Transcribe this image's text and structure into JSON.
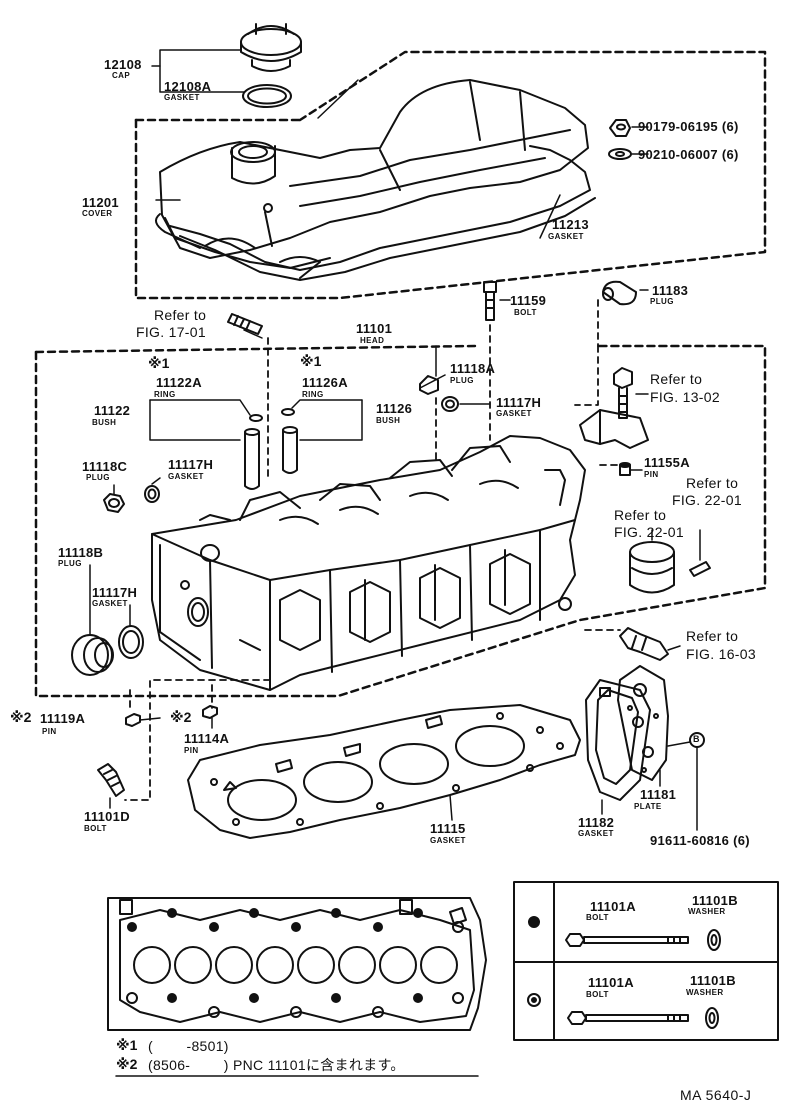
{
  "labels": {
    "cap_pn": "12108",
    "cap_nm": "CAP",
    "cap_gasket_pn": "12108A",
    "cap_gasket_nm": "GASKET",
    "cover_pn": "11201",
    "cover_nm": "COVER",
    "cover_gasket_pn": "11213",
    "cover_gasket_nm": "GASKET",
    "nut_pn": "90179-06195 (6)",
    "washer_pn": "90210-06007 (6)",
    "refer_17_line1": "Refer to",
    "refer_17_line2": "FIG. 17-01",
    "head_pn": "11101",
    "head_nm": "HEAD",
    "bolt_11159_pn": "11159",
    "bolt_11159_nm": "BOLT",
    "plug_11183_pn": "11183",
    "plug_11183_nm": "PLUG",
    "mark1_a": "※1",
    "mark1_b": "※1",
    "ring_11122a_pn": "11122A",
    "ring_11122a_nm": "RING",
    "bush_11122_pn": "11122",
    "bush_11122_nm": "BUSH",
    "ring_11126a_pn": "11126A",
    "ring_11126a_nm": "RING",
    "bush_11126_pn": "11126",
    "bush_11126_nm": "BUSH",
    "plug_11118a_pn": "11118A",
    "plug_11118a_nm": "PLUG",
    "gasket_11117h_top_pn": "11117H",
    "gasket_11117h_top_nm": "GASKET",
    "refer_13_line1": "Refer to",
    "refer_13_line2": "FIG. 13-02",
    "plug_11118c_pn": "11118C",
    "plug_11118c_nm": "PLUG",
    "gasket_11117h_mid_pn": "11117H",
    "gasket_11117h_mid_nm": "GASKET",
    "pin_11155a_pn": "11155A",
    "pin_11155a_nm": "PIN",
    "refer_22a_line1": "Refer to",
    "refer_22a_line2": "FIG. 22-01",
    "refer_22b_line1": "Refer to",
    "refer_22b_line2": "FIG. 22-01",
    "plug_11118b_pn": "11118B",
    "plug_11118b_nm": "PLUG",
    "gasket_11117h_low_pn": "11117H",
    "gasket_11117h_low_nm": "GASKET",
    "refer_16_line1": "Refer to",
    "refer_16_line2": "FIG. 16-03",
    "mark2_a": "※2",
    "pin_11119a_pn": "11119A",
    "pin_11119a_nm": "PIN",
    "mark2_b": "※2",
    "pin_11114a_pn": "11114A",
    "pin_11114a_nm": "PIN",
    "bolt_11101d_pn": "11101D",
    "bolt_11101d_nm": "BOLT",
    "head_gasket_pn": "11115",
    "head_gasket_nm": "GASKET",
    "plate_gasket_pn": "11182",
    "plate_gasket_nm": "GASKET",
    "plate_pn": "11181",
    "plate_nm": "PLATE",
    "plate_bolt_pn": "91611-60816 (6)",
    "plate_bolt_mark": "B"
  },
  "bolt_table": {
    "rows": [
      {
        "symbol": "filled-dot",
        "bolt_pn": "11101A",
        "bolt_nm": "BOLT",
        "washer_pn": "11101B",
        "washer_nm": "WASHER"
      },
      {
        "symbol": "ring-dot",
        "bolt_pn": "11101A",
        "bolt_nm": "BOLT",
        "washer_pn": "11101B",
        "washer_nm": "WASHER"
      }
    ]
  },
  "footnotes": {
    "note1_mark": "※1",
    "note1_text": "(        -8501)",
    "note2_mark": "※2",
    "note2_text": "(8506-        ) PNC 11101に含まれます。"
  },
  "figure_code": "MA 5640-J"
}
